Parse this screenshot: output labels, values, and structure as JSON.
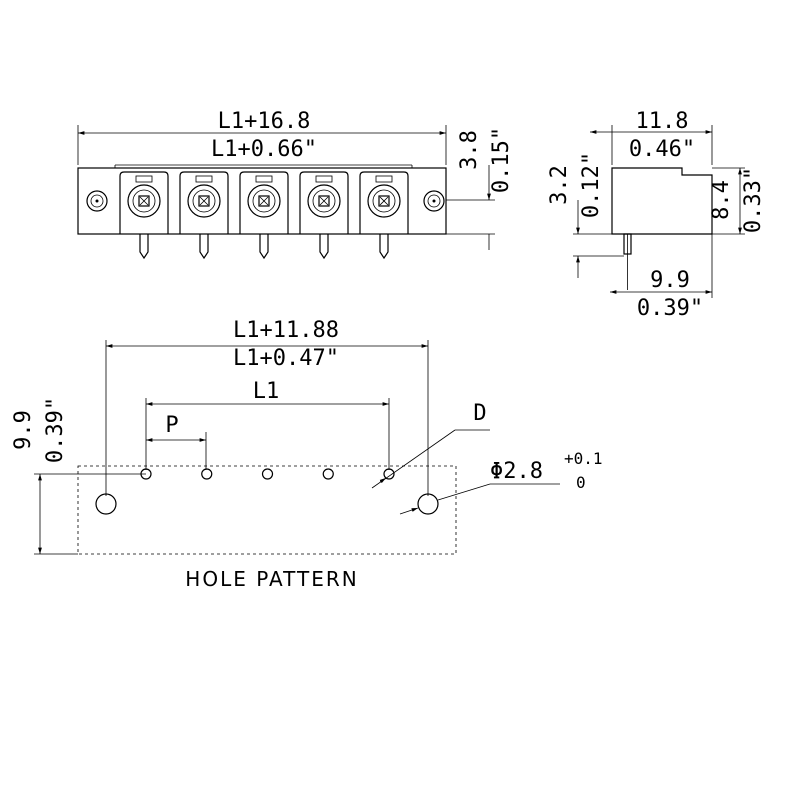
{
  "front_view": {
    "dim_total_mm": "L1+16.8",
    "dim_total_in": "L1+0.66\"",
    "dim_height_mm": "3.8",
    "dim_height_in": "0.15\"",
    "poles": 5
  },
  "side_view": {
    "dim_width_mm": "11.8",
    "dim_width_in": "0.46\"",
    "dim_left_mm": "3.2",
    "dim_left_in": "0.12\"",
    "dim_right_mm": "8.4",
    "dim_right_in": "0.33\"",
    "dim_bottom_mm": "9.9",
    "dim_bottom_in": "0.39\""
  },
  "hole_pattern": {
    "dim_total_mm": "L1+11.88",
    "dim_total_in": "L1+0.47\"",
    "dim_l1": "L1",
    "dim_pitch": "P",
    "dim_vertical_mm": "9.9",
    "dim_vertical_in": "0.39\"",
    "label_d": "D",
    "hole_diameter": "Φ2.8",
    "tol_plus": "+0.1",
    "tol_minus": "0",
    "title": "HOLE PATTERN",
    "holes": 5
  }
}
